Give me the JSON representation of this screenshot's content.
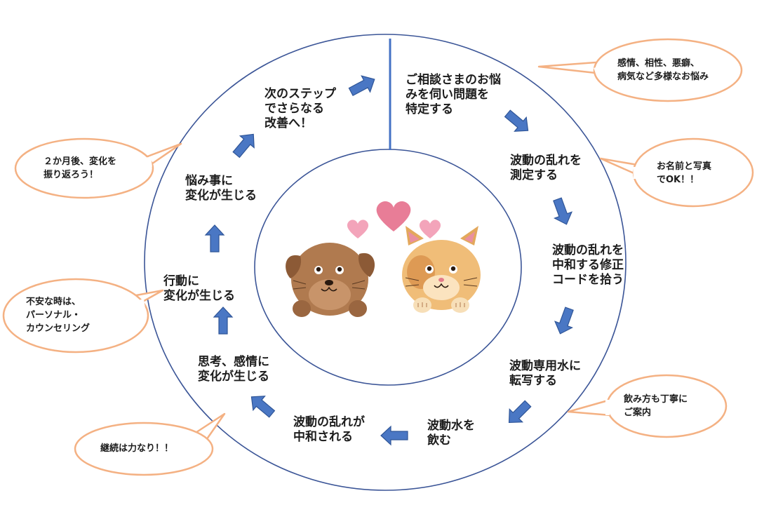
{
  "colors": {
    "ring": "#3b5597",
    "arrow": "#4a77c4",
    "arrow_stroke": "#2f5597",
    "callout_stroke": "#f4b183",
    "divider": "#4472c4"
  },
  "steps": [
    {
      "id": "s1",
      "text": "ご相談さまのお悩\nみを伺い問題を\n特定する"
    },
    {
      "id": "s2",
      "text": "波動の乱れを\n測定する"
    },
    {
      "id": "s3",
      "text": "波動の乱れを\n中和する修正\nコードを拾う"
    },
    {
      "id": "s4",
      "text": "波動専用水に\n転写する"
    },
    {
      "id": "s5",
      "text": "波動水を\n飲む"
    },
    {
      "id": "s6",
      "text": "波動の乱れが\n中和される"
    },
    {
      "id": "s7",
      "text": "思考、感情に\n変化が生じる"
    },
    {
      "id": "s8",
      "text": "行動に\n変化が生じる"
    },
    {
      "id": "s9",
      "text": "悩み事に\n変化が生じる"
    },
    {
      "id": "s10",
      "text": "次のステップ\nでさらなる\n改善へ！"
    }
  ],
  "callouts": [
    {
      "id": "c1",
      "text": "感情、相性、悪癖、\n病気など多様なお悩み"
    },
    {
      "id": "c2",
      "text": "お名前と写真\nでOK！！"
    },
    {
      "id": "c3",
      "text": "飲み方も丁寧に\nご案内"
    },
    {
      "id": "c4",
      "text": "継続は力なり！！"
    },
    {
      "id": "c5",
      "text": "不安な時は、\nパーソナル・\nカウンセリング"
    },
    {
      "id": "c6",
      "text": "２か月後、変化を\n振り返ろう！"
    }
  ],
  "illustration": {
    "subject": "dog-and-cat-with-hearts"
  }
}
